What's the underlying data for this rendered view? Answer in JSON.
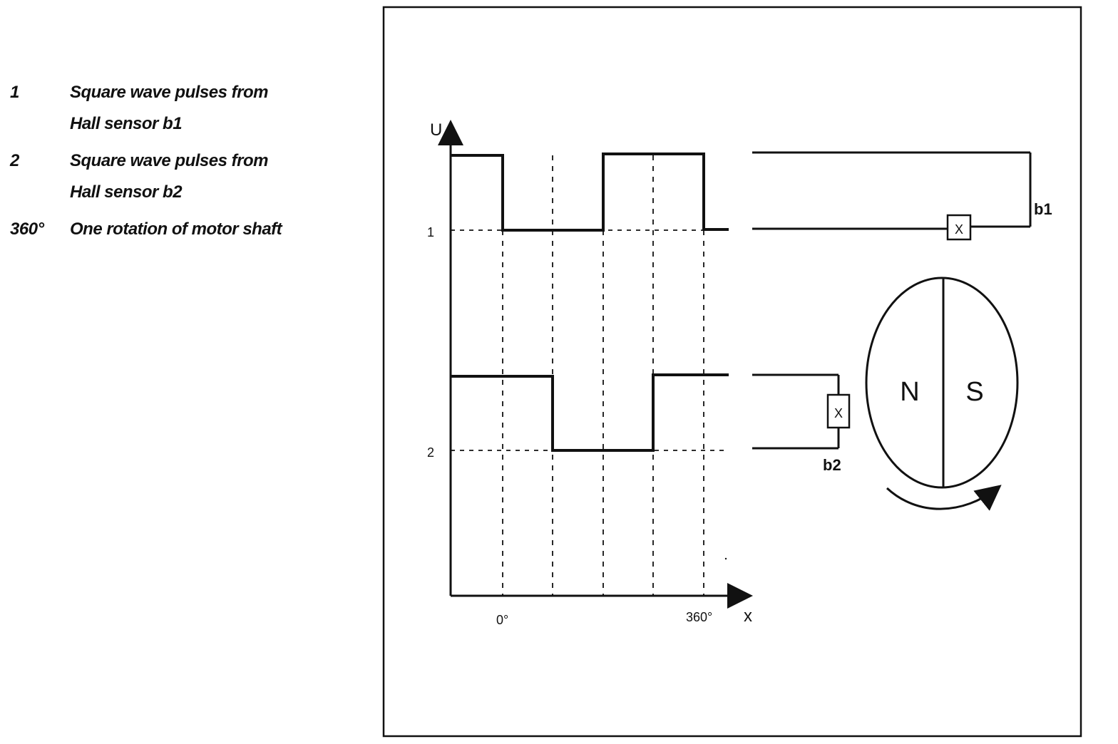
{
  "legend": {
    "items": [
      {
        "key": "1",
        "text": "Square wave pulses from Hall sensor b1"
      },
      {
        "key": "2",
        "text": "Square wave pulses from Hall sensor b2"
      },
      {
        "key": "360°",
        "text": "One rotation of motor shaft"
      }
    ]
  },
  "diagram": {
    "y_axis_label": "U",
    "x_axis_label": "x",
    "level_labels": {
      "signal1": "1",
      "signal2": "2"
    },
    "x_ticks": {
      "start": "0°",
      "end": "360°"
    },
    "sensor_labels": {
      "b1": "b1",
      "b2": "b2"
    },
    "sensor_symbols": {
      "b1": "X",
      "b2": "X"
    },
    "magnet_labels": {
      "north": "N",
      "south": "S"
    }
  }
}
